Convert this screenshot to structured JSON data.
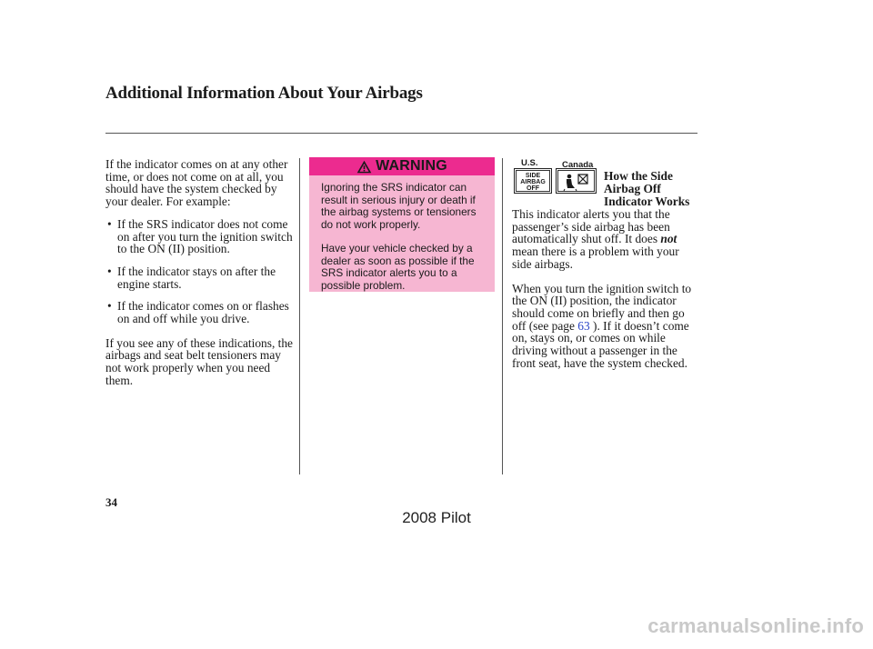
{
  "header": {
    "title": "Additional Information About Your Airbags"
  },
  "left_column": {
    "intro": "If the indicator comes on at any other time, or does not come on at all, you should have the system checked by your dealer. For example:",
    "bullet_symbol": "•",
    "bullets": [
      "If the SRS indicator does not come on after you turn the ignition switch to the ON (II) position.",
      "If the indicator stays on after the engine starts.",
      "If the indicator comes on or flashes on and off while you drive."
    ],
    "closing": "If you see any of these indications, the airbags and seat belt tensioners may not work properly when you need them."
  },
  "warning": {
    "title": "WARNING",
    "paragraphs": [
      "Ignoring the SRS indicator can result in serious injury or death if the airbag systems or tensioners do not work properly.",
      "Have your vehicle checked by a dealer as soon as possible if the SRS indicator alerts you to a possible problem."
    ],
    "colors": {
      "header": "#ec2b8f",
      "body": "#f6b6d2"
    }
  },
  "indicators": {
    "us_label": "U.S.",
    "us_icon_text": [
      "SIDE",
      "AIRBAG",
      "OFF"
    ],
    "canada_label": "Canada",
    "canada_icon": "side-airbag-off-symbol-icon"
  },
  "right_column": {
    "heading": "How the Side Airbag Off Indicator Works",
    "p1_before": "This indicator alerts you that the passenger’s side airbag has been automatically shut off. It does",
    "p1_emphasis": "not",
    "p1_after": "mean there is a problem with your side airbags.",
    "p2_before": "When you turn the ignition switch to the ON (II) position, the indicator should come on briefly and then go off (see page",
    "p2_link": "63",
    "p2_after": "). If it doesn’t come on, stays on, or comes on while driving without a passenger in the front seat, have the system checked."
  },
  "footer": {
    "page_number": "34",
    "model": "2008  Pilot",
    "watermark": "carmanualsonline.info"
  }
}
